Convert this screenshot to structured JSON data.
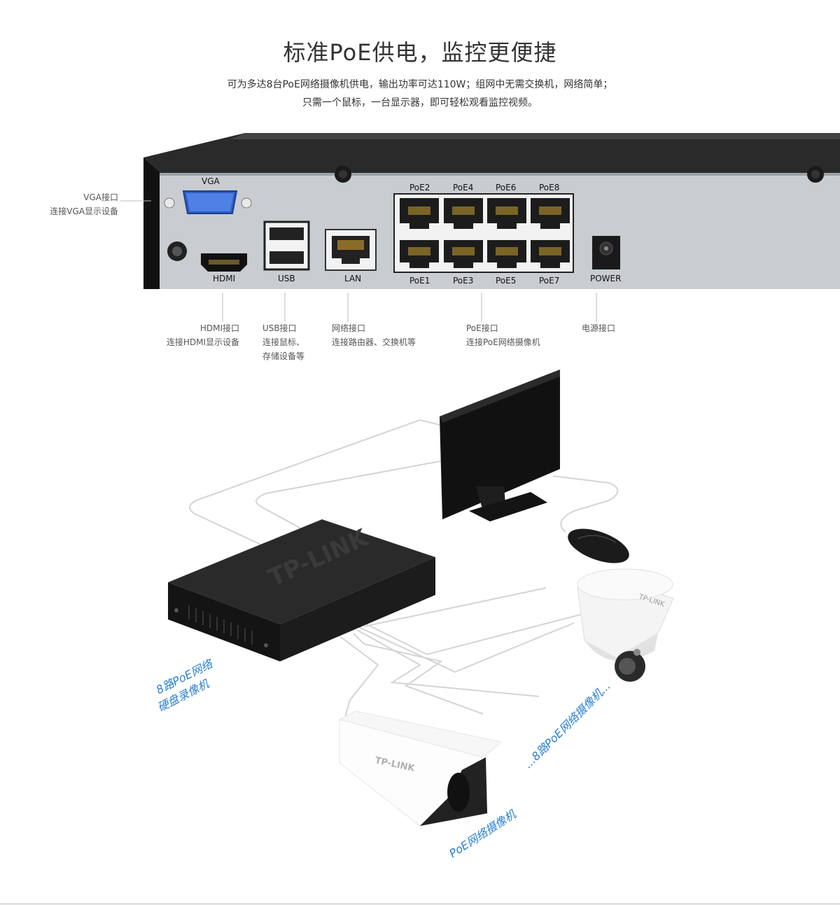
{
  "heading": {
    "title": "标准PoE供电，监控更便捷",
    "line1": "可为多达8台PoE网络摄像机供电，输出功率可达110W；组网中无需交换机，网络简单；",
    "line2": "只需一个鼠标，一台显示器，即可轻松观看监控视频。"
  },
  "panel": {
    "vga": "VGA",
    "hdmi": "HDMI",
    "usb": "USB",
    "lan": "LAN",
    "power": "POWER",
    "poe_top": [
      "PoE2",
      "PoE4",
      "PoE6",
      "PoE8"
    ],
    "poe_bottom": [
      "PoE1",
      "PoE3",
      "PoE5",
      "PoE7"
    ]
  },
  "callouts": {
    "vga": {
      "name": "VGA接口",
      "desc": "连接VGA显示设备"
    },
    "hdmi": {
      "name": "HDMI接口",
      "desc": "连接HDMI显示设备"
    },
    "usb": {
      "name": "USB接口",
      "desc": "连接鼠标、\n存储设备等"
    },
    "lan": {
      "name": "网络接口",
      "desc": "连接路由器、交换机等"
    },
    "poe": {
      "name": "PoE接口",
      "desc": "连接PoE网络摄像机"
    },
    "power": {
      "name": "电源接口"
    }
  },
  "diagram": {
    "nvr_label_1": "8路PoE网络",
    "nvr_label_2": "硬盘录像机",
    "camera_label": "PoE网络摄像机",
    "more_cameras_label": "...8路PoE网络摄像机...",
    "brand": "TP-LINK"
  },
  "colors": {
    "accent_blue": "#2a7fd1",
    "panel_gray": "#c9ccd0",
    "chassis_black": "#1c1c1c",
    "vga_blue": "#3d6fd8"
  }
}
